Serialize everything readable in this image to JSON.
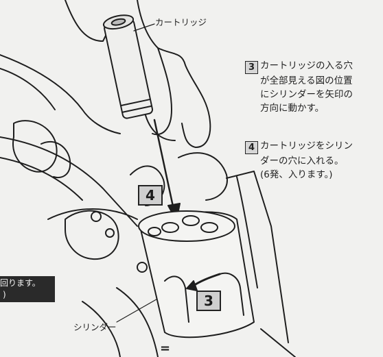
{
  "labels": {
    "cartridge": "カートリッジ",
    "cylinder": "シリンダー"
  },
  "steps": [
    {
      "number": "3",
      "lines": [
        "カートリッジの入る穴",
        "が全部見える図の位置",
        "にシリンダーを矢印の",
        "方向に動かす。"
      ]
    },
    {
      "number": "4",
      "lines": [
        "カートリッジをシリン",
        "ダーの穴に入れる。",
        "(6発、入ります。)"
      ]
    }
  ],
  "figure_markers": {
    "four": "4",
    "three": "3"
  },
  "cut_note": {
    "line1": "回ります。",
    "line2": ")"
  },
  "bottom_mark": "="
}
